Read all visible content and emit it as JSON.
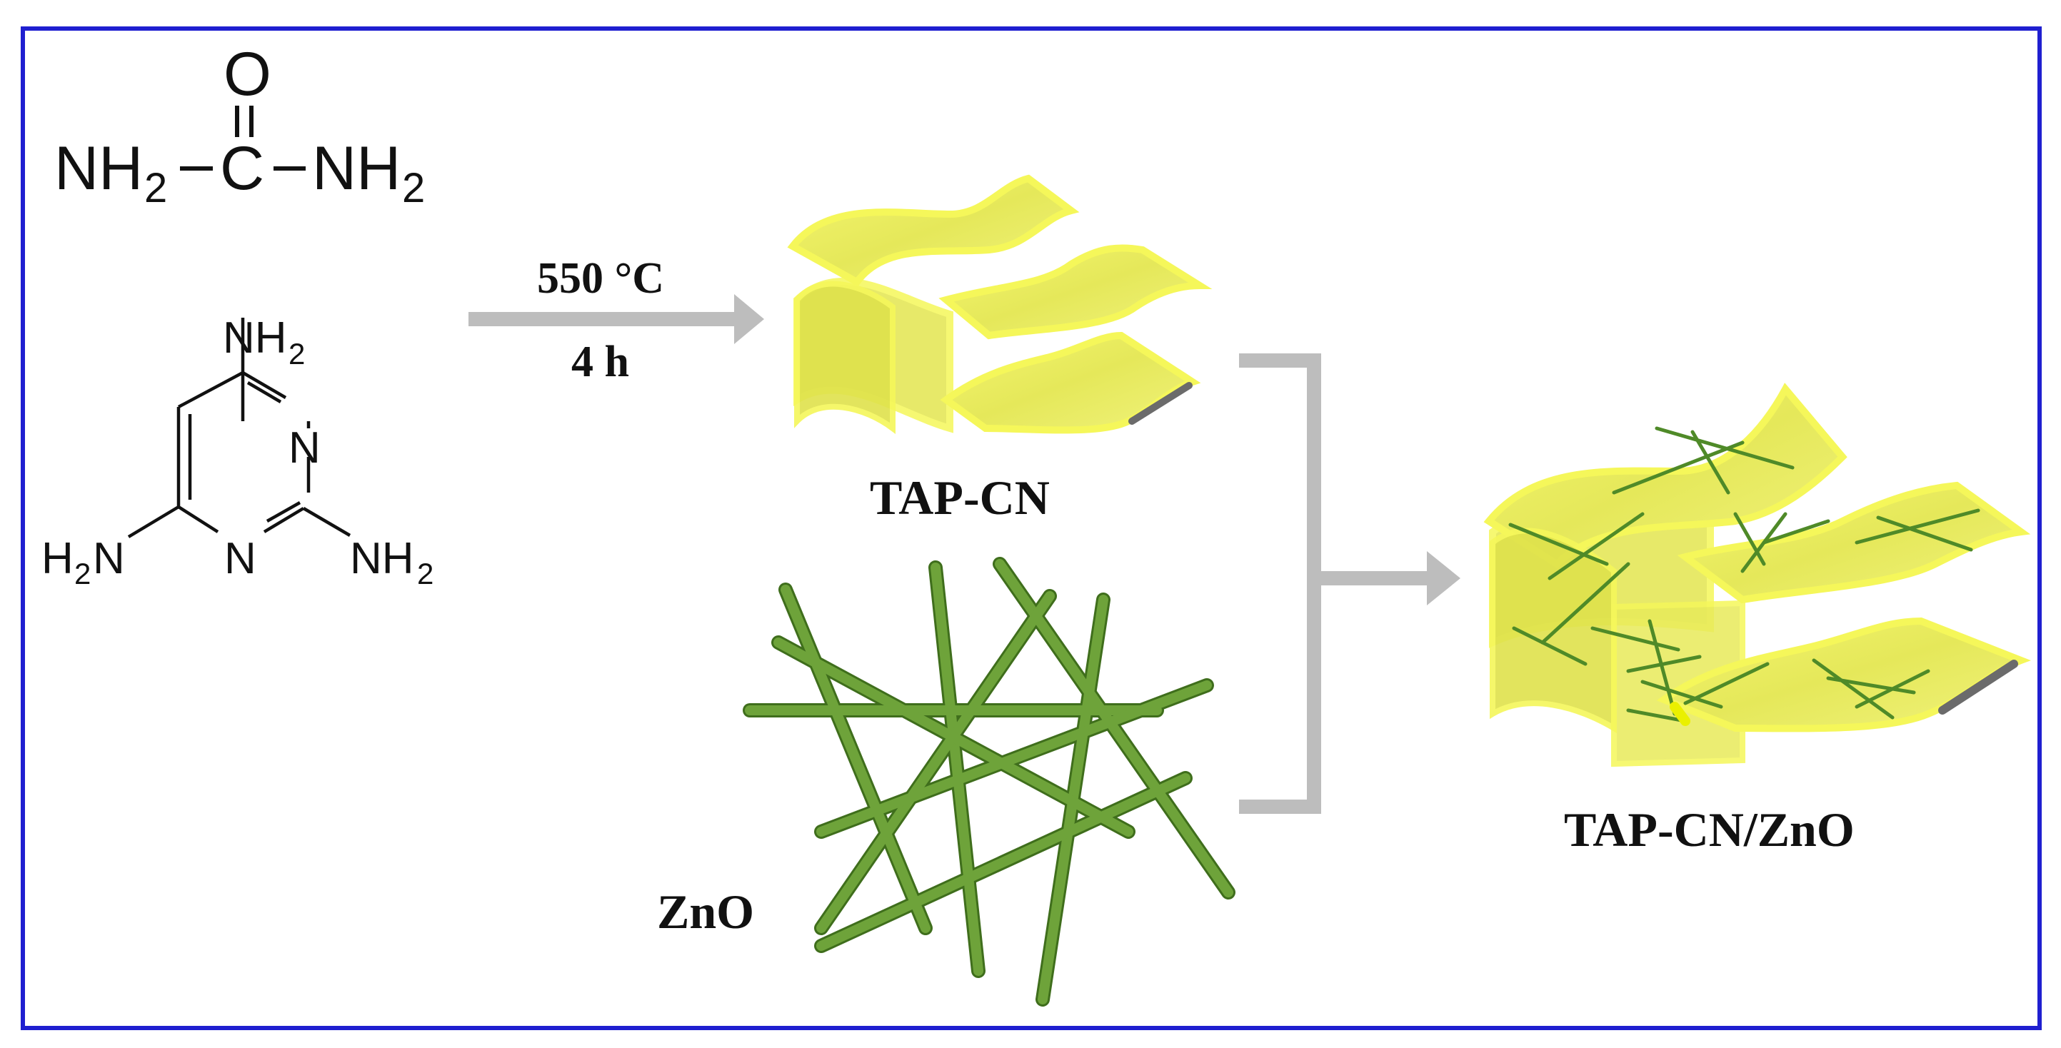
{
  "colors": {
    "frame": "#1f1fd0",
    "arrow": "#bdbdbd",
    "sheet_fill": "#eef06a",
    "sheet_edge": "#f5f75a",
    "rod": "#5f9630",
    "rod_dark": "#3f6e1c",
    "graphite_edge": "#6b6b6b",
    "text": "#111111"
  },
  "molecules": {
    "urea": {
      "o": "O",
      "left": "NH",
      "left_sub": "2",
      "dash": "−",
      "c": "C",
      "right": "NH",
      "right_sub": "2"
    },
    "triaminopyrimidine": {
      "top": "NH",
      "top_sub": "2",
      "n_upper": "N",
      "n_lower": "N",
      "left_h": "H",
      "left_sub": "2",
      "left_n": "N",
      "right": "NH",
      "right_sub": "2"
    }
  },
  "reaction": {
    "temperature": "550 °C",
    "time": "4 h"
  },
  "labels": {
    "tap_cn": "TAP-CN",
    "zno": "ZnO",
    "composite": "TAP-CN/ZnO"
  },
  "icons": {
    "sheets": "folded-yellow-nanosheets",
    "rods": "green-nanorods"
  }
}
